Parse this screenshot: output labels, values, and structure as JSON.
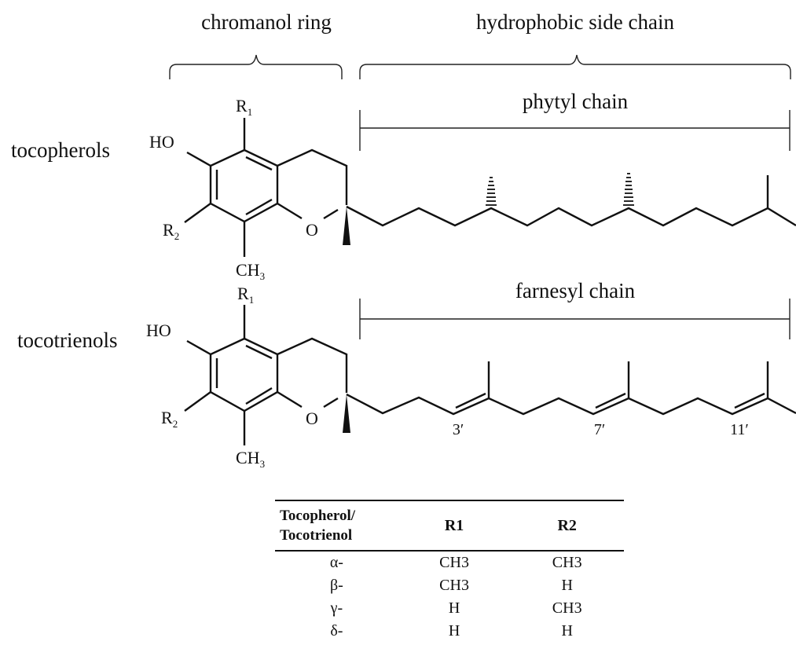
{
  "labels": {
    "chromanol_ring": "chromanol ring",
    "side_chain": "hydrophobic side chain",
    "phytyl": "phytyl chain",
    "farnesyl": "farnesyl chain",
    "tocopherols": "tocopherols",
    "tocotrienols": "tocotrienols"
  },
  "atoms": {
    "ho": "HO",
    "o": "O",
    "r": "R",
    "r1_sub": "1",
    "r2_sub": "2",
    "ch": "CH",
    "ch_sub": "3"
  },
  "positions": [
    "3′",
    "7′",
    "11′"
  ],
  "table": {
    "headers": [
      "Tocopherol/",
      "Tocotrienol",
      "R1",
      "R2"
    ],
    "rows": [
      [
        "α-",
        "CH3",
        "CH3"
      ],
      [
        "β-",
        "CH3",
        "H"
      ],
      [
        "γ-",
        "H",
        "CH3"
      ],
      [
        "δ-",
        "H",
        "H"
      ]
    ]
  }
}
